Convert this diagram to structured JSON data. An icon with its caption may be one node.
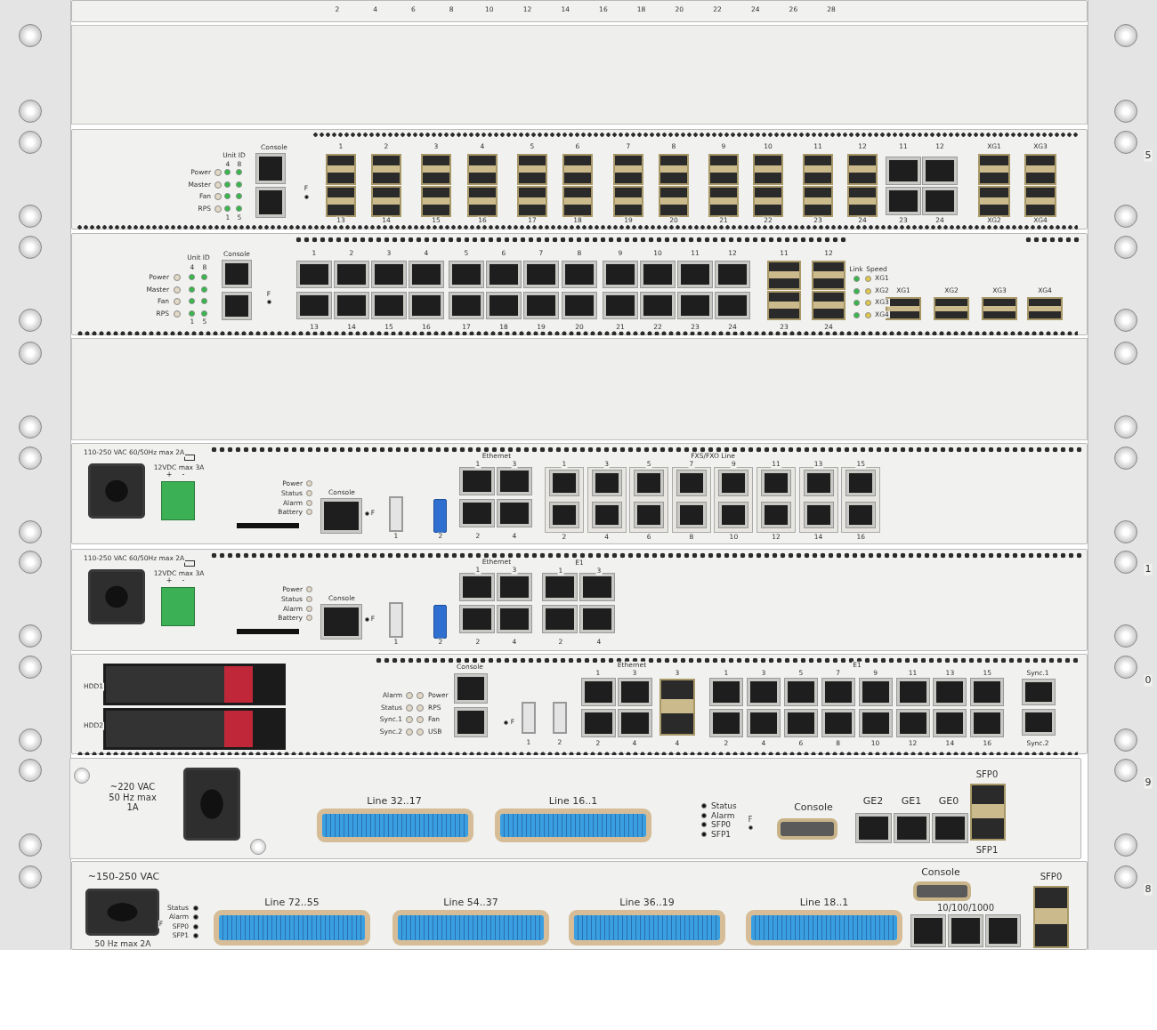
{
  "diagram": {
    "labels": [
      "2",
      "4",
      "6",
      "8",
      "10",
      "12",
      "14",
      "16",
      "18",
      "20",
      "22",
      "24",
      "26",
      "28",
      "Unit ID",
      "4",
      "8",
      "Power",
      "Master",
      "Fan",
      "RPS",
      "1",
      "5",
      "Console",
      "F",
      "1",
      "2",
      "3",
      "4",
      "5",
      "6",
      "7",
      "8",
      "9",
      "10",
      "11",
      "12",
      "11",
      "12",
      "XG1",
      "XG3",
      "13",
      "14",
      "15",
      "16",
      "17",
      "18",
      "19",
      "20",
      "21",
      "22",
      "23",
      "24",
      "23",
      "24",
      "XG2",
      "XG4",
      "Unit ID",
      "4",
      "8",
      "Power",
      "Master",
      "Fan",
      "RPS",
      "1",
      "5",
      "Console",
      "F",
      "1",
      "2",
      "3",
      "4",
      "5",
      "6",
      "7",
      "8",
      "9",
      "10",
      "11",
      "12",
      "11",
      "12",
      "Link",
      "Speed",
      "XG1",
      "XG2",
      "XG3",
      "XG4",
      "XG1",
      "XG2",
      "XG3",
      "XG4",
      "13",
      "14",
      "15",
      "16",
      "17",
      "18",
      "19",
      "20",
      "21",
      "22",
      "23",
      "24",
      "23",
      "24",
      "110-250 VAC 60/50Hz max 2A",
      "12VDC max 3A",
      "+",
      "-",
      "Power",
      "Status",
      "Alarm",
      "Battery",
      "Console",
      "F",
      "1",
      "2",
      "Ethernet",
      "1",
      "3",
      "2",
      "4",
      "FXS/FXO Line",
      "1",
      "3",
      "5",
      "7",
      "9",
      "11",
      "13",
      "15",
      "2",
      "4",
      "6",
      "8",
      "10",
      "12",
      "14",
      "16",
      "110-250 VAC 60/50Hz max 2A",
      "12VDC max 3A",
      "+",
      "-",
      "Power",
      "Status",
      "Alarm",
      "Battery",
      "Console",
      "F",
      "1",
      "2",
      "Ethernet",
      "1",
      "3",
      "2",
      "4",
      "E1",
      "1",
      "3",
      "2",
      "4",
      "HDD1",
      "HDD2",
      "Alarm",
      "Status",
      "Sync.1",
      "Sync.2",
      "Power",
      "RPS",
      "Fan",
      "USB",
      "Console",
      "F",
      "1",
      "2",
      "Ethernet",
      "1",
      "3",
      "3",
      "2",
      "4",
      "4",
      "E1",
      "1",
      "3",
      "5",
      "7",
      "9",
      "11",
      "13",
      "15",
      "2",
      "4",
      "6",
      "8",
      "10",
      "12",
      "14",
      "16",
      "Sync.1",
      "Sync.2",
      "~220 VAC 50 Hz max 1A",
      "Line 32..17",
      "Line 16..1",
      "Status",
      "Alarm",
      "SFP0",
      "SFP1",
      "F",
      "Console",
      "GE2",
      "GE1",
      "GE0",
      "SFP0",
      "SFP1",
      "~150-250 VAC",
      "50 Hz max 2A",
      "Status",
      "Alarm",
      "SFP0",
      "SFP1",
      "F",
      "Line 72..55",
      "Line 54..37",
      "Line 36..19",
      "Line 18..1",
      "Console",
      "10/100/1000",
      "SFP0",
      "5",
      "1",
      "0",
      "9",
      "8"
    ]
  }
}
